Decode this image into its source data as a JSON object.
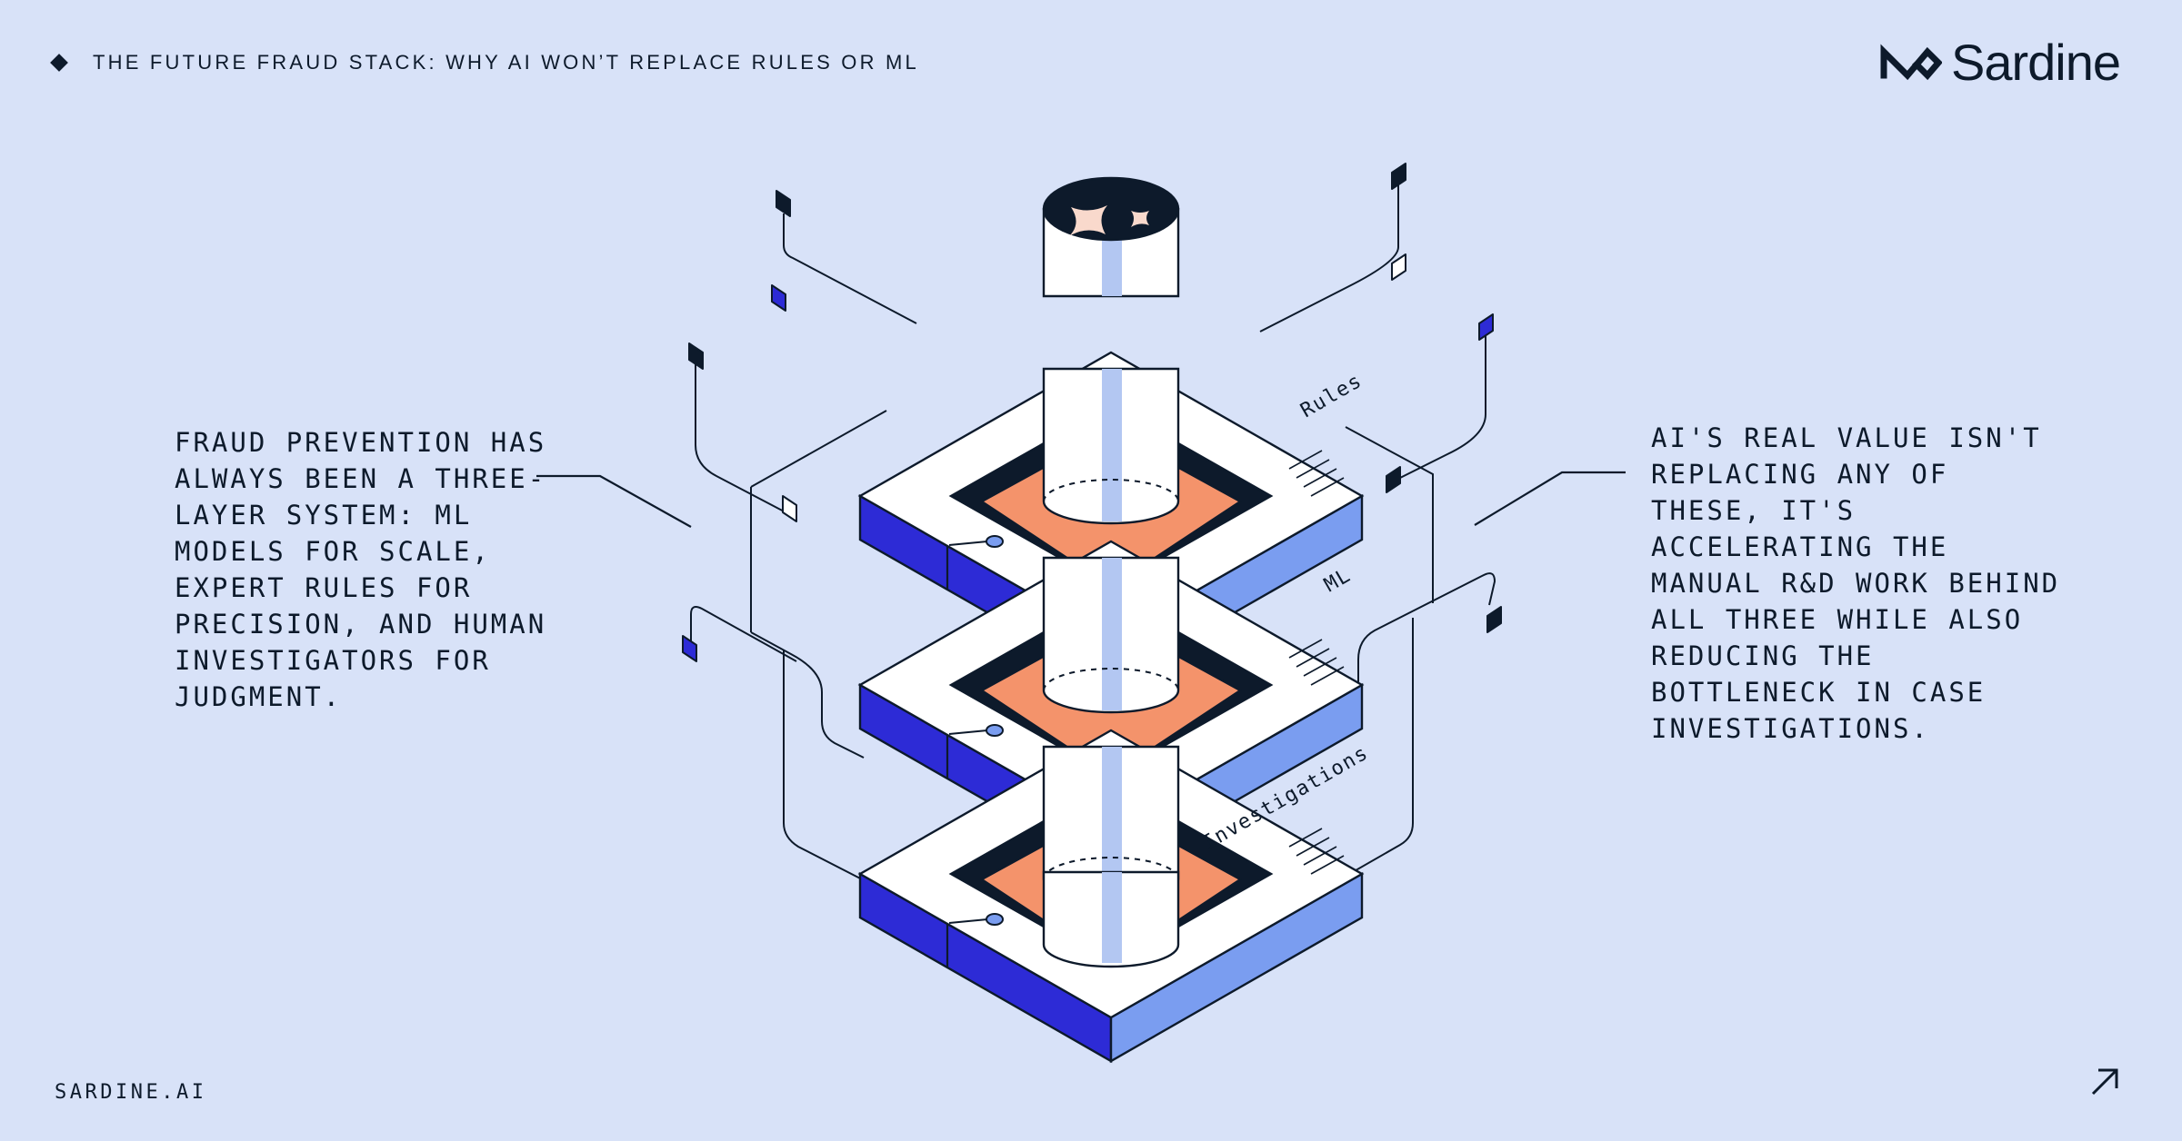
{
  "header": {
    "title": "THE FUTURE FRAUD STACK: WHY AI WON’T REPLACE RULES OR ML"
  },
  "logo": {
    "name": "Sardine"
  },
  "left_text": "FRAUD PREVENTION HAS\nALWAYS BEEN A THREE-\nLAYER SYSTEM: ML\nMODELS FOR SCALE,\nEXPERT RULES FOR\nPRECISION, AND HUMAN\nINVESTIGATORS FOR\nJUDGMENT.",
  "right_text": "AI'S REAL VALUE ISN'T\nREPLACING ANY OF\nTHESE, IT'S\nACCELERATING THE\nMANUAL R&D WORK BEHIND\nALL THREE WHILE ALSO\nREDUCING THE\nBOTTLENECK IN CASE\nINVESTIGATIONS.",
  "layers": [
    {
      "label": "Rules"
    },
    {
      "label": "ML"
    },
    {
      "label": "Investigations"
    }
  ],
  "footer": {
    "url": "SARDINE.AI"
  },
  "icons": {
    "header_bullet": "diamond-icon",
    "logo_mark": "sardine-logo-icon",
    "corner_link": "arrow-up-right-icon",
    "ai_sparkle": "sparkle-icon"
  },
  "colors": {
    "background": "#d8e2f8",
    "ink": "#0d1a2b",
    "layer_front": "#2d2bd6",
    "layer_side": "#7a9df0",
    "core": "#f4936b",
    "column_stripe": "#b3c7f2",
    "sparkle": "#f9d9cc"
  }
}
